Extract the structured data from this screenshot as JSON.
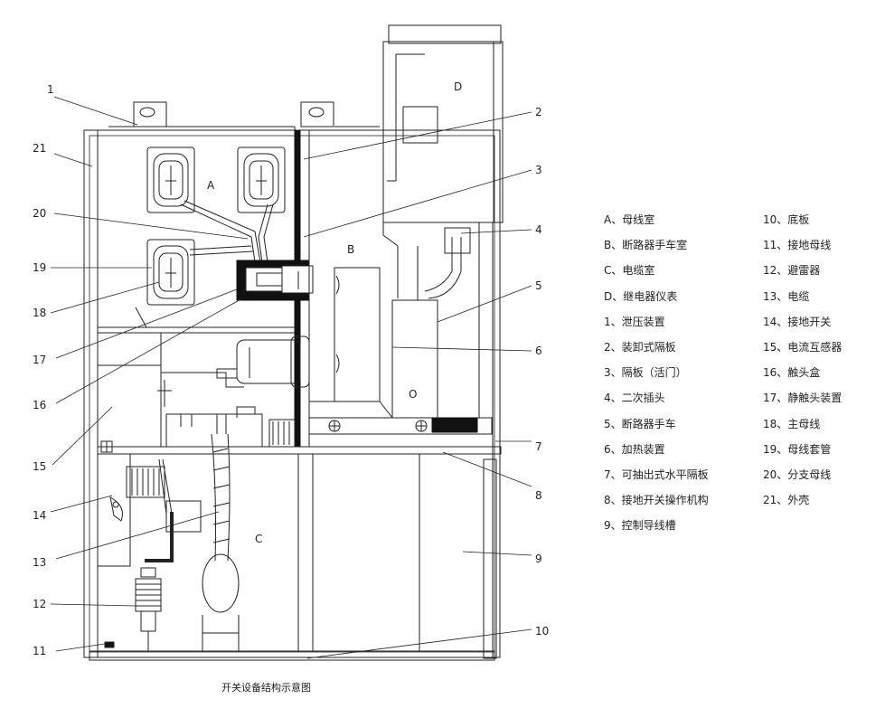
{
  "caption": "开关设备结构示意图",
  "zones": {
    "A": "A",
    "B": "B",
    "C": "C",
    "D": "D",
    "O": "O"
  },
  "callouts": {
    "n1": "1",
    "n2": "2",
    "n3": "3",
    "n4": "4",
    "n5": "5",
    "n6": "6",
    "n7": "7",
    "n8": "8",
    "n9": "9",
    "n10": "10",
    "n11": "11",
    "n12": "12",
    "n13": "13",
    "n14": "14",
    "n15": "15",
    "n16": "16",
    "n17": "17",
    "n18": "18",
    "n19": "19",
    "n20": "20",
    "n21": "21"
  },
  "legend_left": [
    "A、母线室",
    "B、断路器手车室",
    "C、电缆室",
    "D、继电器仪表",
    "1、泄压装置",
    "2、装卸式隔板",
    "3、隔板（活门）",
    "4、二次插头",
    "5、断路器手车",
    "6、加热装置",
    "7、可抽出式水平隔板",
    "8、接地开关操作机构",
    "9、控制导线槽"
  ],
  "legend_right": [
    "10、底板",
    "11、接地母线",
    "12、避雷器",
    "13、电缆",
    "14、接地开关",
    "15、电流互感器",
    "16、触头盒",
    "17、静触头装置",
    "18、主母线",
    "19、母线套管",
    "20、分支母线",
    "21、外壳"
  ]
}
